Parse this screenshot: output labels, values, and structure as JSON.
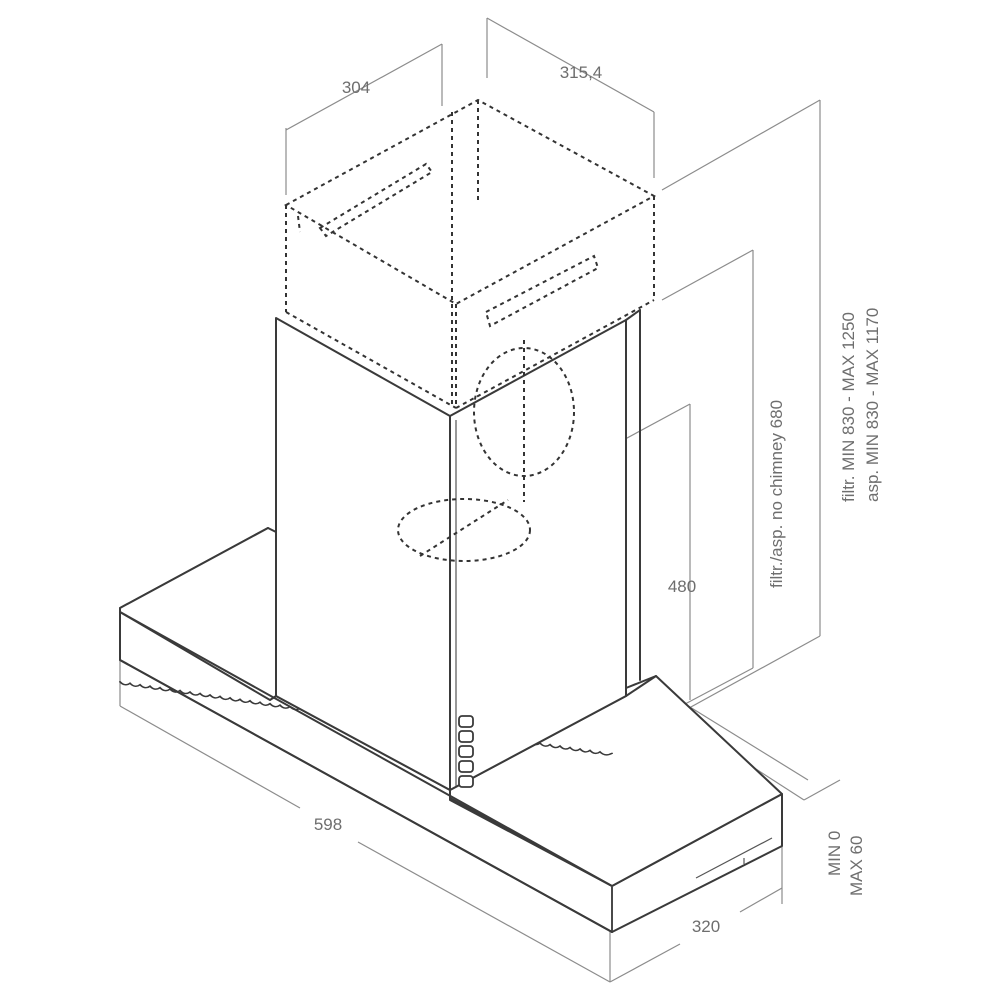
{
  "dimensions": {
    "chimney_depth": "304",
    "chimney_width": "315,4",
    "hood_width": "598",
    "hood_depth": "320",
    "hood_height": "480",
    "chimney_telescopic": "filtr./asp. no chimney 680",
    "height_filtr": "filtr. MIN 830 - MAX 1250",
    "height_asp": "asp. MIN 830 - MAX 1170",
    "offset_min": "MIN 0",
    "offset_max": "MAX 60"
  }
}
